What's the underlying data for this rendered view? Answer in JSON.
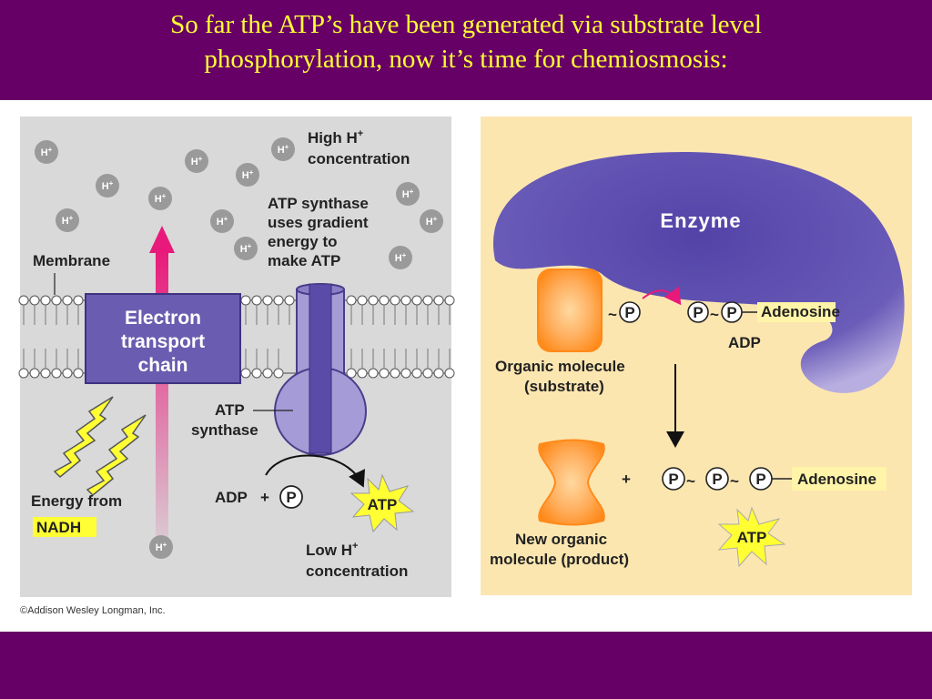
{
  "slide": {
    "title_line1": "So far the ATP’s have been generated via substrate level",
    "title_line2": "phosphorylation, now it’s time for chemiosmosis:"
  },
  "left_panel": {
    "hion_label": "H",
    "hion_sup": "+",
    "high_h_line1": "High H",
    "high_h_sup": "+",
    "high_h_line2": "concentration",
    "synthase_text": [
      "ATP synthase",
      "uses gradient",
      "energy to",
      "make ATP"
    ],
    "membrane_label": "Membrane",
    "etc_label": [
      "Electron",
      "transport",
      "chain"
    ],
    "atp_synthase_label": [
      "ATP",
      "synthase"
    ],
    "energy_label": "Energy from",
    "nadh_label": "NADH",
    "adp_label": "ADP",
    "plus": "+",
    "p_label": "P",
    "atp_label": "ATP",
    "low_h_line1": "Low H",
    "low_h_sup": "+",
    "low_h_line2": "concentration"
  },
  "right_panel": {
    "enzyme_label": "Enzyme",
    "tilde": "~",
    "p_label": "P",
    "adenosine_label": "Adenosine",
    "adp_label": "ADP",
    "organic_label": [
      "Organic molecule",
      "(substrate)"
    ],
    "plus": "+",
    "new_organic_label": [
      "New organic",
      "molecule (product)"
    ],
    "atp_label": "ATP"
  },
  "credit": "©Addison Wesley Longman, Inc.",
  "colors": {
    "background": "#660066",
    "title": "#ffff33",
    "left_bg": "#d9d9d9",
    "right_bg": "#fce6b0",
    "enzyme": "#5a4ba8",
    "etc_box": "#6a5cb0",
    "atp_star": "#ffff33",
    "proton_arrow": "#e8197a"
  }
}
